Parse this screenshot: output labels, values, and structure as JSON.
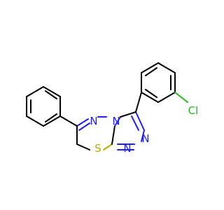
{
  "molecule": {
    "atoms": {
      "n_ring_left": {
        "symbol": "N",
        "color": "#2020ff"
      },
      "n_ring_center": {
        "symbol": "N",
        "color": "#2020ff"
      },
      "n_triazole_upper": {
        "symbol": "N",
        "color": "#2020ff"
      },
      "n_triazole_lower": {
        "symbol": "N",
        "color": "#2020ff"
      },
      "s_thiadiazine": {
        "symbol": "S",
        "color": "#b8b000"
      },
      "cl_substituent": {
        "symbol": "Cl",
        "color": "#1fb81f"
      }
    }
  }
}
